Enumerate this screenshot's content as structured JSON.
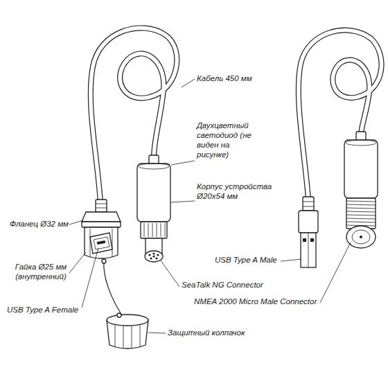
{
  "diagram": {
    "labels": [
      "Кабель 450 мм",
      "Двухцветный светодиод (не виден на рисунке)",
      "Корпус устройства Ø20x54 мм",
      "Фланец Ø32 мм",
      "Гайка Ø25 мм (внутренний)",
      "USB Type A Female",
      "SeaTalk NG Connector",
      "Защитный колпачок",
      "USB Type A Male",
      "NMEA 2000 Micro Male Connector"
    ]
  }
}
